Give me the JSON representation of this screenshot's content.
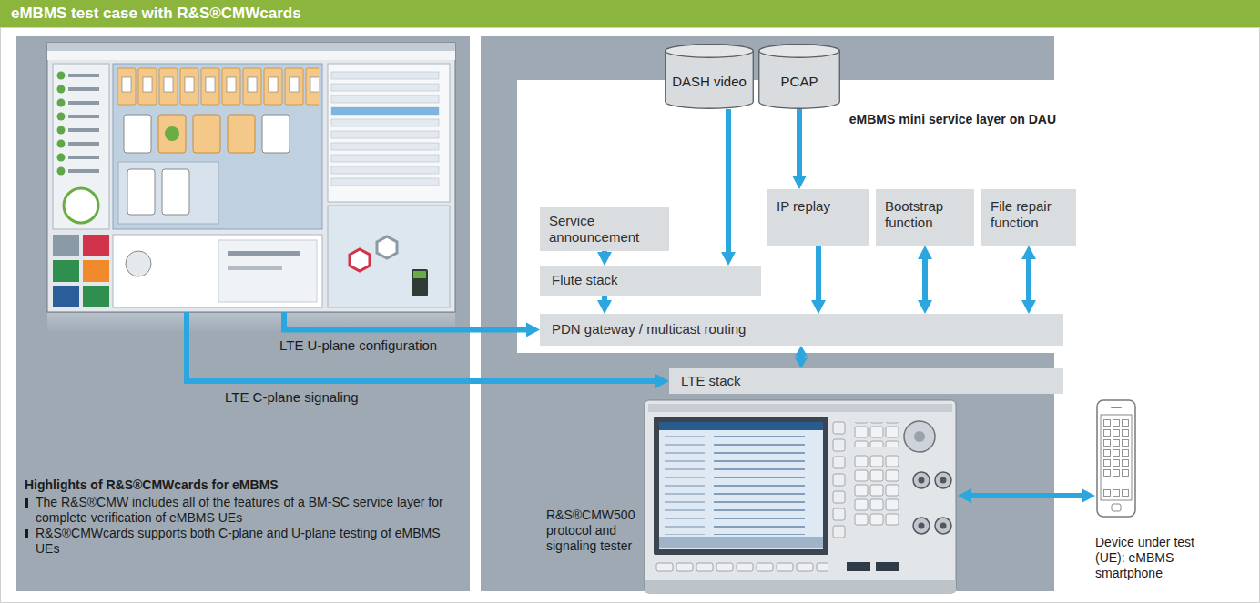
{
  "diagram": {
    "title": "eMBMS test case with R&S®CMWcards",
    "nodes": [
      {
        "text": [
          "Highlights of R&S®CMWcards for eMBMS",
          "The R&S®CMW includes all of the features of a BM-SC service layer for complete verification of eMBMS UEs",
          "R&S®CMWcards supports both C-plane and U-plane testing of eMBMS UEs"
        ]
      },
      {
        "text": [
          "DASH video"
        ]
      },
      {
        "text": [
          "PCAP"
        ]
      },
      {
        "text": [
          "eMBMS mini service layer on DAU"
        ]
      },
      {
        "text": [
          "Service announcement"
        ],
        "in": 3
      },
      {
        "text": [
          "IP replay"
        ],
        "in": 3
      },
      {
        "text": [
          "Bootstrap function"
        ],
        "in": 3
      },
      {
        "text": [
          "File repair function"
        ],
        "in": 3
      },
      {
        "text": [
          "Flute stack"
        ],
        "in": 3
      },
      {
        "text": [
          "PDN gateway / multicast routing"
        ],
        "in": 3
      },
      {
        "text": [
          "LTE stack"
        ]
      },
      {
        "text": [
          "R&S®CMW500 protocol and signaling tester"
        ]
      },
      {
        "text": [
          "Device under test (UE): eMBMS smartphone"
        ]
      }
    ],
    "edges": [
      {
        "from": 0,
        "to": 9,
        "label": "LTE U-plane configuration",
        "arrow": "to"
      },
      {
        "from": 0,
        "to": 10,
        "label": "LTE C-plane signaling",
        "arrow": "to"
      },
      {
        "from": 1,
        "to": 8,
        "arrow": "to"
      },
      {
        "from": 2,
        "to": 5,
        "arrow": "to"
      },
      {
        "from": 4,
        "to": 8,
        "arrow": "to"
      },
      {
        "from": 8,
        "to": 9,
        "arrow": "to"
      },
      {
        "from": 5,
        "to": 9,
        "arrow": "to"
      },
      {
        "from": 6,
        "to": 9,
        "arrow": "both"
      },
      {
        "from": 7,
        "to": 9,
        "arrow": "both"
      },
      {
        "from": 9,
        "to": 10,
        "arrow": "both"
      },
      {
        "from": 11,
        "to": 12,
        "arrow": "both"
      }
    ]
  }
}
